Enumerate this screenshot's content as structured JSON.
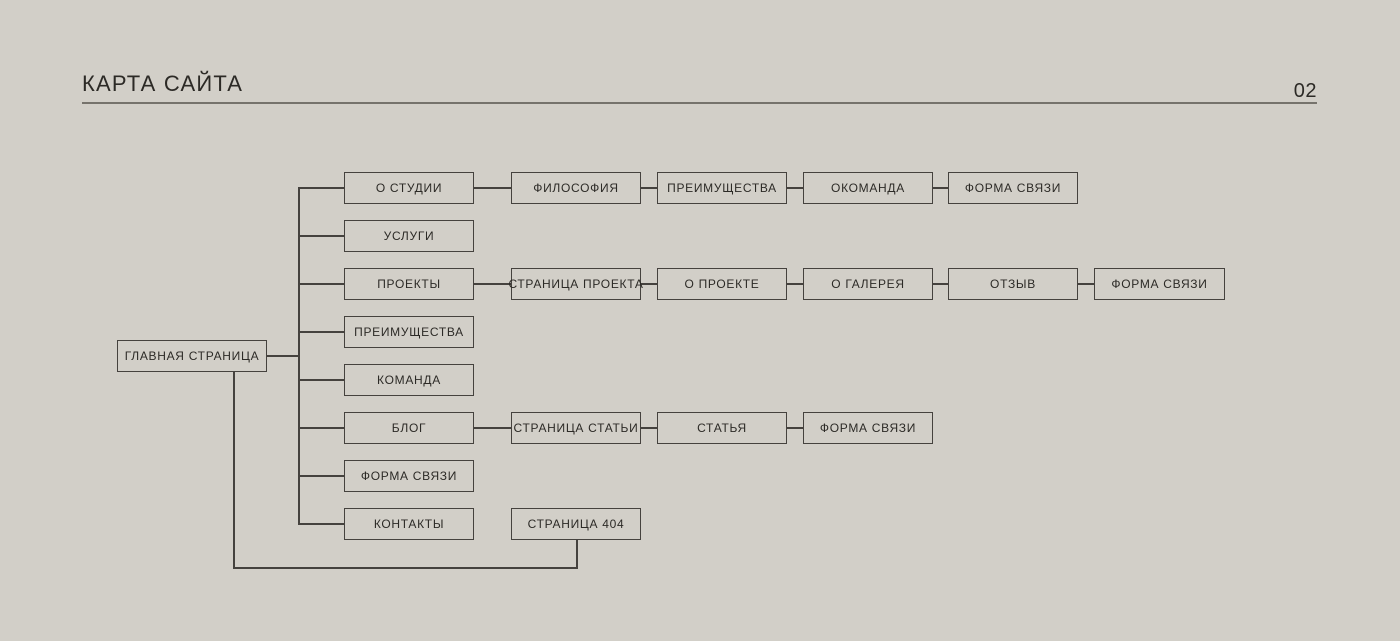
{
  "header": {
    "title": "КАРТА САЙТА",
    "page_number": "02"
  },
  "colors": {
    "background": "#d2cfc8",
    "line": "#45423e",
    "text": "#2c2a26",
    "rule": "#76736c"
  },
  "sitemap": {
    "root": "ГЛАВНАЯ СТРАНИЦА",
    "branches": [
      {
        "label": "О СТУДИИ",
        "children": [
          "ФИЛОСОФИЯ",
          "ПРЕИМУЩЕСТВА",
          "ОКОМАНДА",
          "ФОРМА СВЯЗИ"
        ]
      },
      {
        "label": "УСЛУГИ",
        "children": []
      },
      {
        "label": "ПРОЕКТЫ",
        "children": [
          "СТРАНИЦА ПРОЕКТА",
          "О ПРОЕКТЕ",
          "О ГАЛЕРЕЯ",
          "ОТЗЫВ",
          "ФОРМА СВЯЗИ"
        ]
      },
      {
        "label": "ПРЕИМУЩЕСТВА",
        "children": []
      },
      {
        "label": "КОМАНДА",
        "children": []
      },
      {
        "label": "БЛОГ",
        "children": [
          "СТРАНИЦА СТАТЬИ",
          "СТАТЬЯ",
          "ФОРМА СВЯЗИ"
        ]
      },
      {
        "label": "ФОРМА СВЯЗИ",
        "children": []
      },
      {
        "label": "КОНТАКТЫ",
        "children": []
      }
    ],
    "page_404": "СТРАНИЦА 404"
  }
}
